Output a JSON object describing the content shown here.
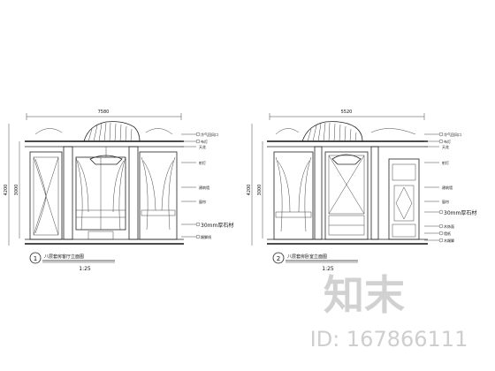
{
  "drawing": {
    "left": {
      "number": "1",
      "title": "八层套房客厅立面图",
      "scale": "1:25",
      "overall_width": "7580",
      "height_total": "4200",
      "height_sub": "3000",
      "callouts": [
        "冷气回风口",
        "布灯",
        "天花",
        "射灯",
        "建筑墙",
        "窗帘",
        "30mm厚石材",
        "踢脚线"
      ]
    },
    "right": {
      "number": "2",
      "title": "八层套房卧室立面图",
      "scale": "1:25",
      "overall_width": "5520",
      "height_total": "4200",
      "height_sub": "3000",
      "callouts": [
        "冷气回风口",
        "布灯",
        "天花",
        "射灯",
        "建筑墙",
        "窗帘",
        "30mm厚石材",
        "木饰面",
        "墙纸",
        "木踢脚"
      ]
    }
  },
  "watermark": {
    "logo_text": "知末",
    "id_text": "ID: 167866111"
  }
}
